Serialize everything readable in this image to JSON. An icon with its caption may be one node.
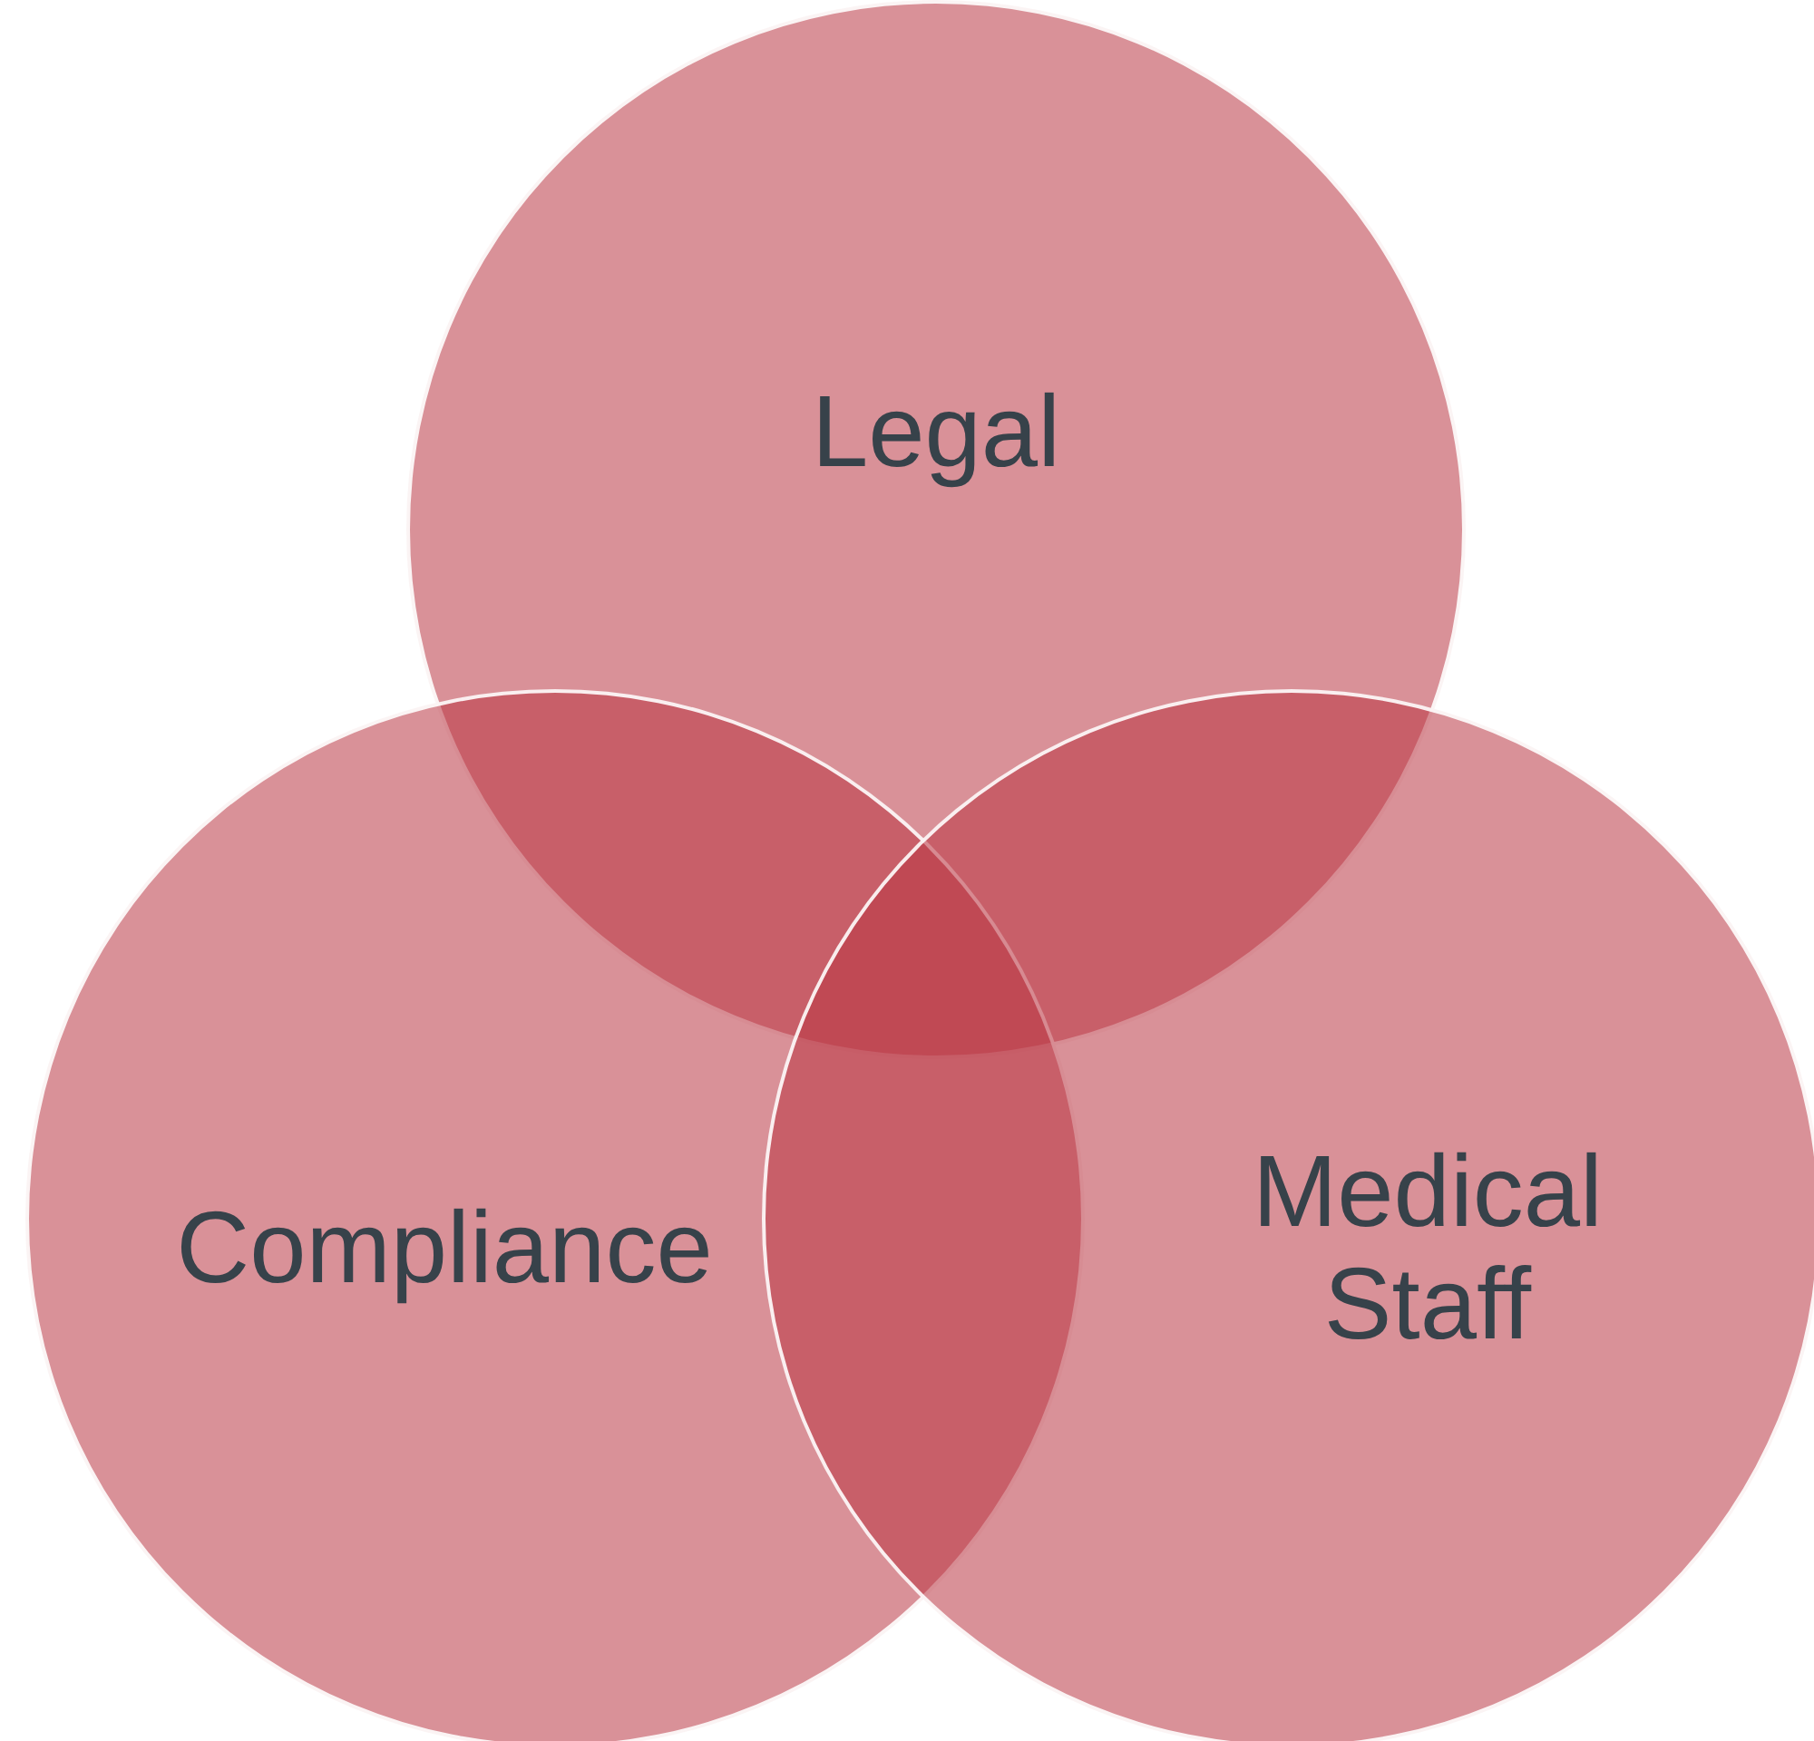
{
  "diagram": {
    "nodes": [
      {
        "text": [
          "Legal"
        ]
      },
      {
        "text": [
          "Compliance"
        ]
      },
      {
        "text": [
          "Medical Staff"
        ]
      }
    ]
  }
}
